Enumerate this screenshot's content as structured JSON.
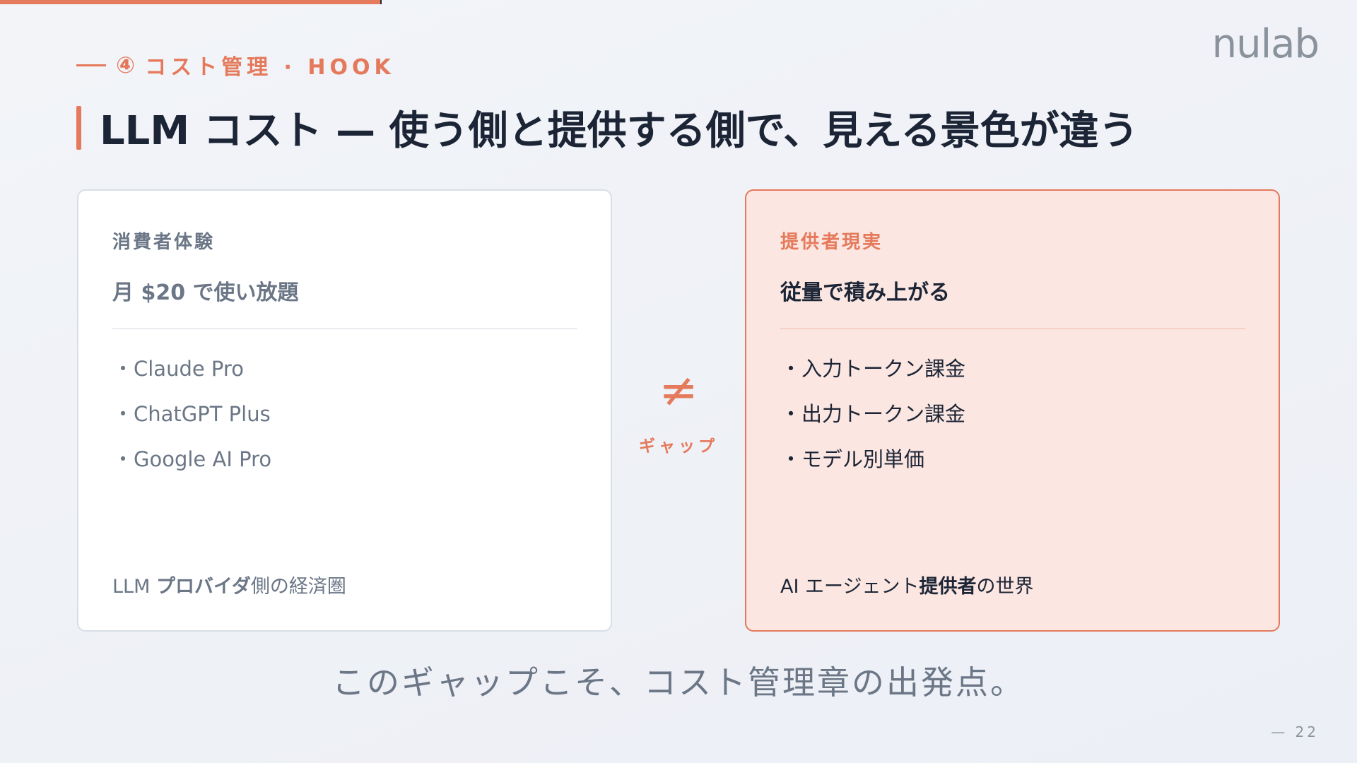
{
  "progress": {
    "fraction": 0.28
  },
  "eyebrow": {
    "number": "④",
    "text": "コスト管理 · HOOK"
  },
  "logo": {
    "text": "nulab"
  },
  "title": "LLM コスト — 使う側と提供する側で、見える景色が違う",
  "consumer": {
    "label": "消費者体験",
    "headline": "月 $20 で使い放題",
    "items": [
      "Claude Pro",
      "ChatGPT Plus",
      "Google AI Pro"
    ],
    "footer": {
      "pre": "LLM ",
      "bold": "プロバイダ",
      "post": "側の経済圏"
    }
  },
  "provider": {
    "label": "提供者現実",
    "headline": "従量で積み上がる",
    "items": [
      "入力トークン課金",
      "出力トークン課金",
      "モデル別単価"
    ],
    "footer": {
      "pre": "AI エージェント",
      "bold": "提供者",
      "post": "の世界"
    }
  },
  "gap": {
    "symbol": "≠",
    "label": "ギャップ"
  },
  "bullet": "・",
  "conclusion": "このギャップこそ、コスト管理章の出発点。",
  "page": {
    "prefix": "—",
    "number": "22"
  },
  "colors": {
    "accent": "#e5795b",
    "text_dark": "#1c2536",
    "text_muted": "#6b7686",
    "provider_bg": "#fbe6e1"
  }
}
